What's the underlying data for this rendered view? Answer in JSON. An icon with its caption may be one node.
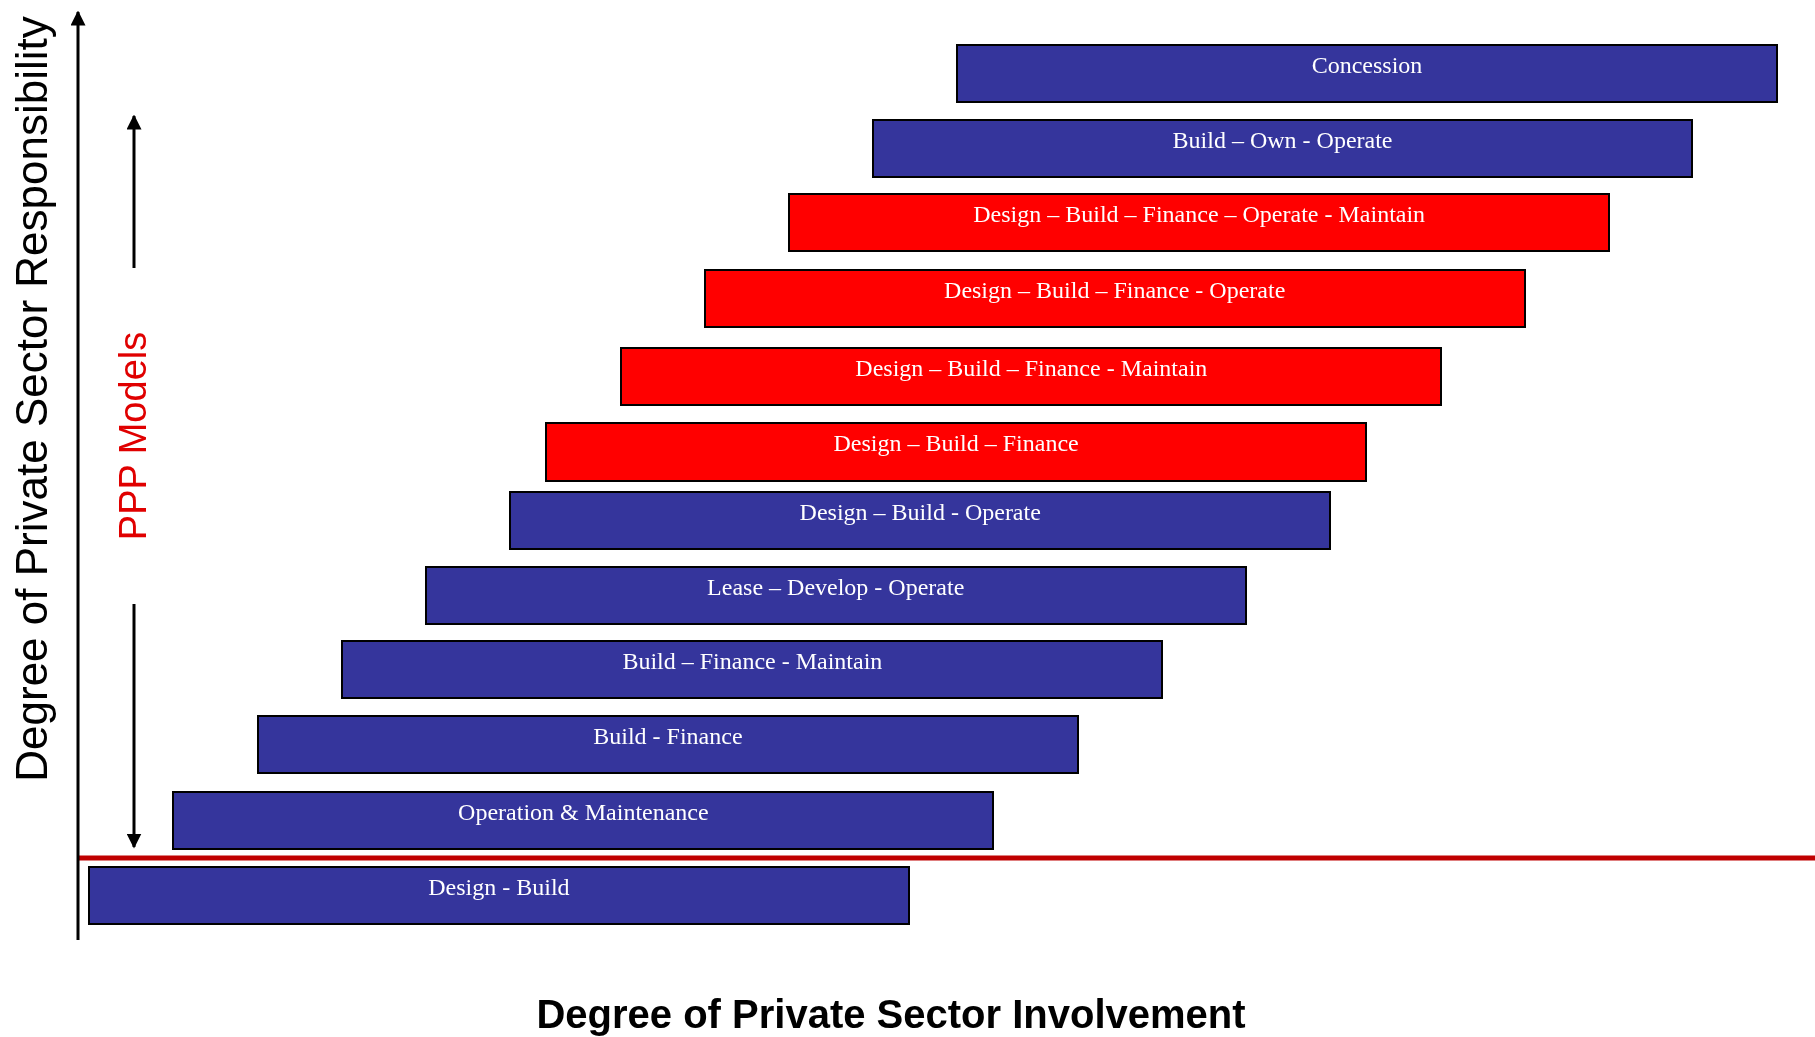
{
  "diagram": {
    "nodes": [
      {
        "text": [
          "Concession"
        ]
      },
      {
        "text": [
          "Build – Own - Operate"
        ]
      },
      {
        "text": [
          "Design – Build – Finance – Operate - Maintain"
        ]
      },
      {
        "text": [
          "Design – Build – Finance - Operate"
        ]
      },
      {
        "text": [
          "Design – Build – Finance - Maintain"
        ]
      },
      {
        "text": [
          "Design – Build – Finance"
        ]
      },
      {
        "text": [
          "Design – Build - Operate"
        ]
      },
      {
        "text": [
          "Lease – Develop - Operate"
        ]
      },
      {
        "text": [
          "Build – Finance - Maintain"
        ]
      },
      {
        "text": [
          "Build - Finance"
        ]
      },
      {
        "text": [
          "Operation & Maintenance"
        ]
      },
      {
        "text": [
          "Design - Build"
        ]
      }
    ],
    "labels": [
      "Degree of Private Sector Responsibility",
      "PPP Models",
      "Degree of Private Sector Involvement"
    ]
  }
}
